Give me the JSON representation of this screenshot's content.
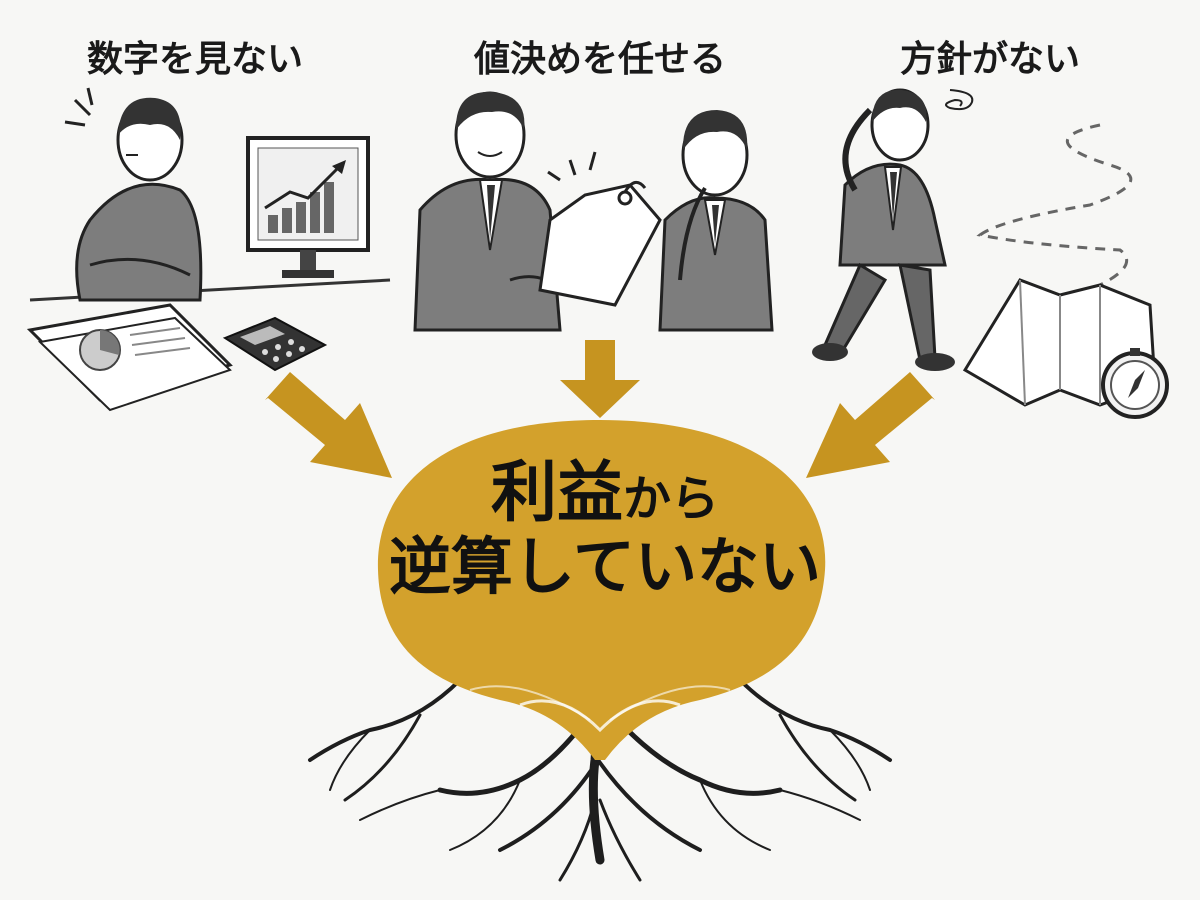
{
  "causes": [
    {
      "title": "数字を見ない",
      "icon": "ignoring-numbers-icon"
    },
    {
      "title": "値決めを任せる",
      "icon": "price-tag-handoff-icon"
    },
    {
      "title": "方針がない",
      "icon": "lost-direction-icon"
    }
  ],
  "core": {
    "line1_big": "利益",
    "line1_small": "から",
    "line2": "逆算していない"
  },
  "colors": {
    "accent": "#d3a12c",
    "arrow": "#c69420",
    "ink": "#1a1a1a",
    "suit": "#7d7d7d",
    "background": "#f7f7f5"
  }
}
